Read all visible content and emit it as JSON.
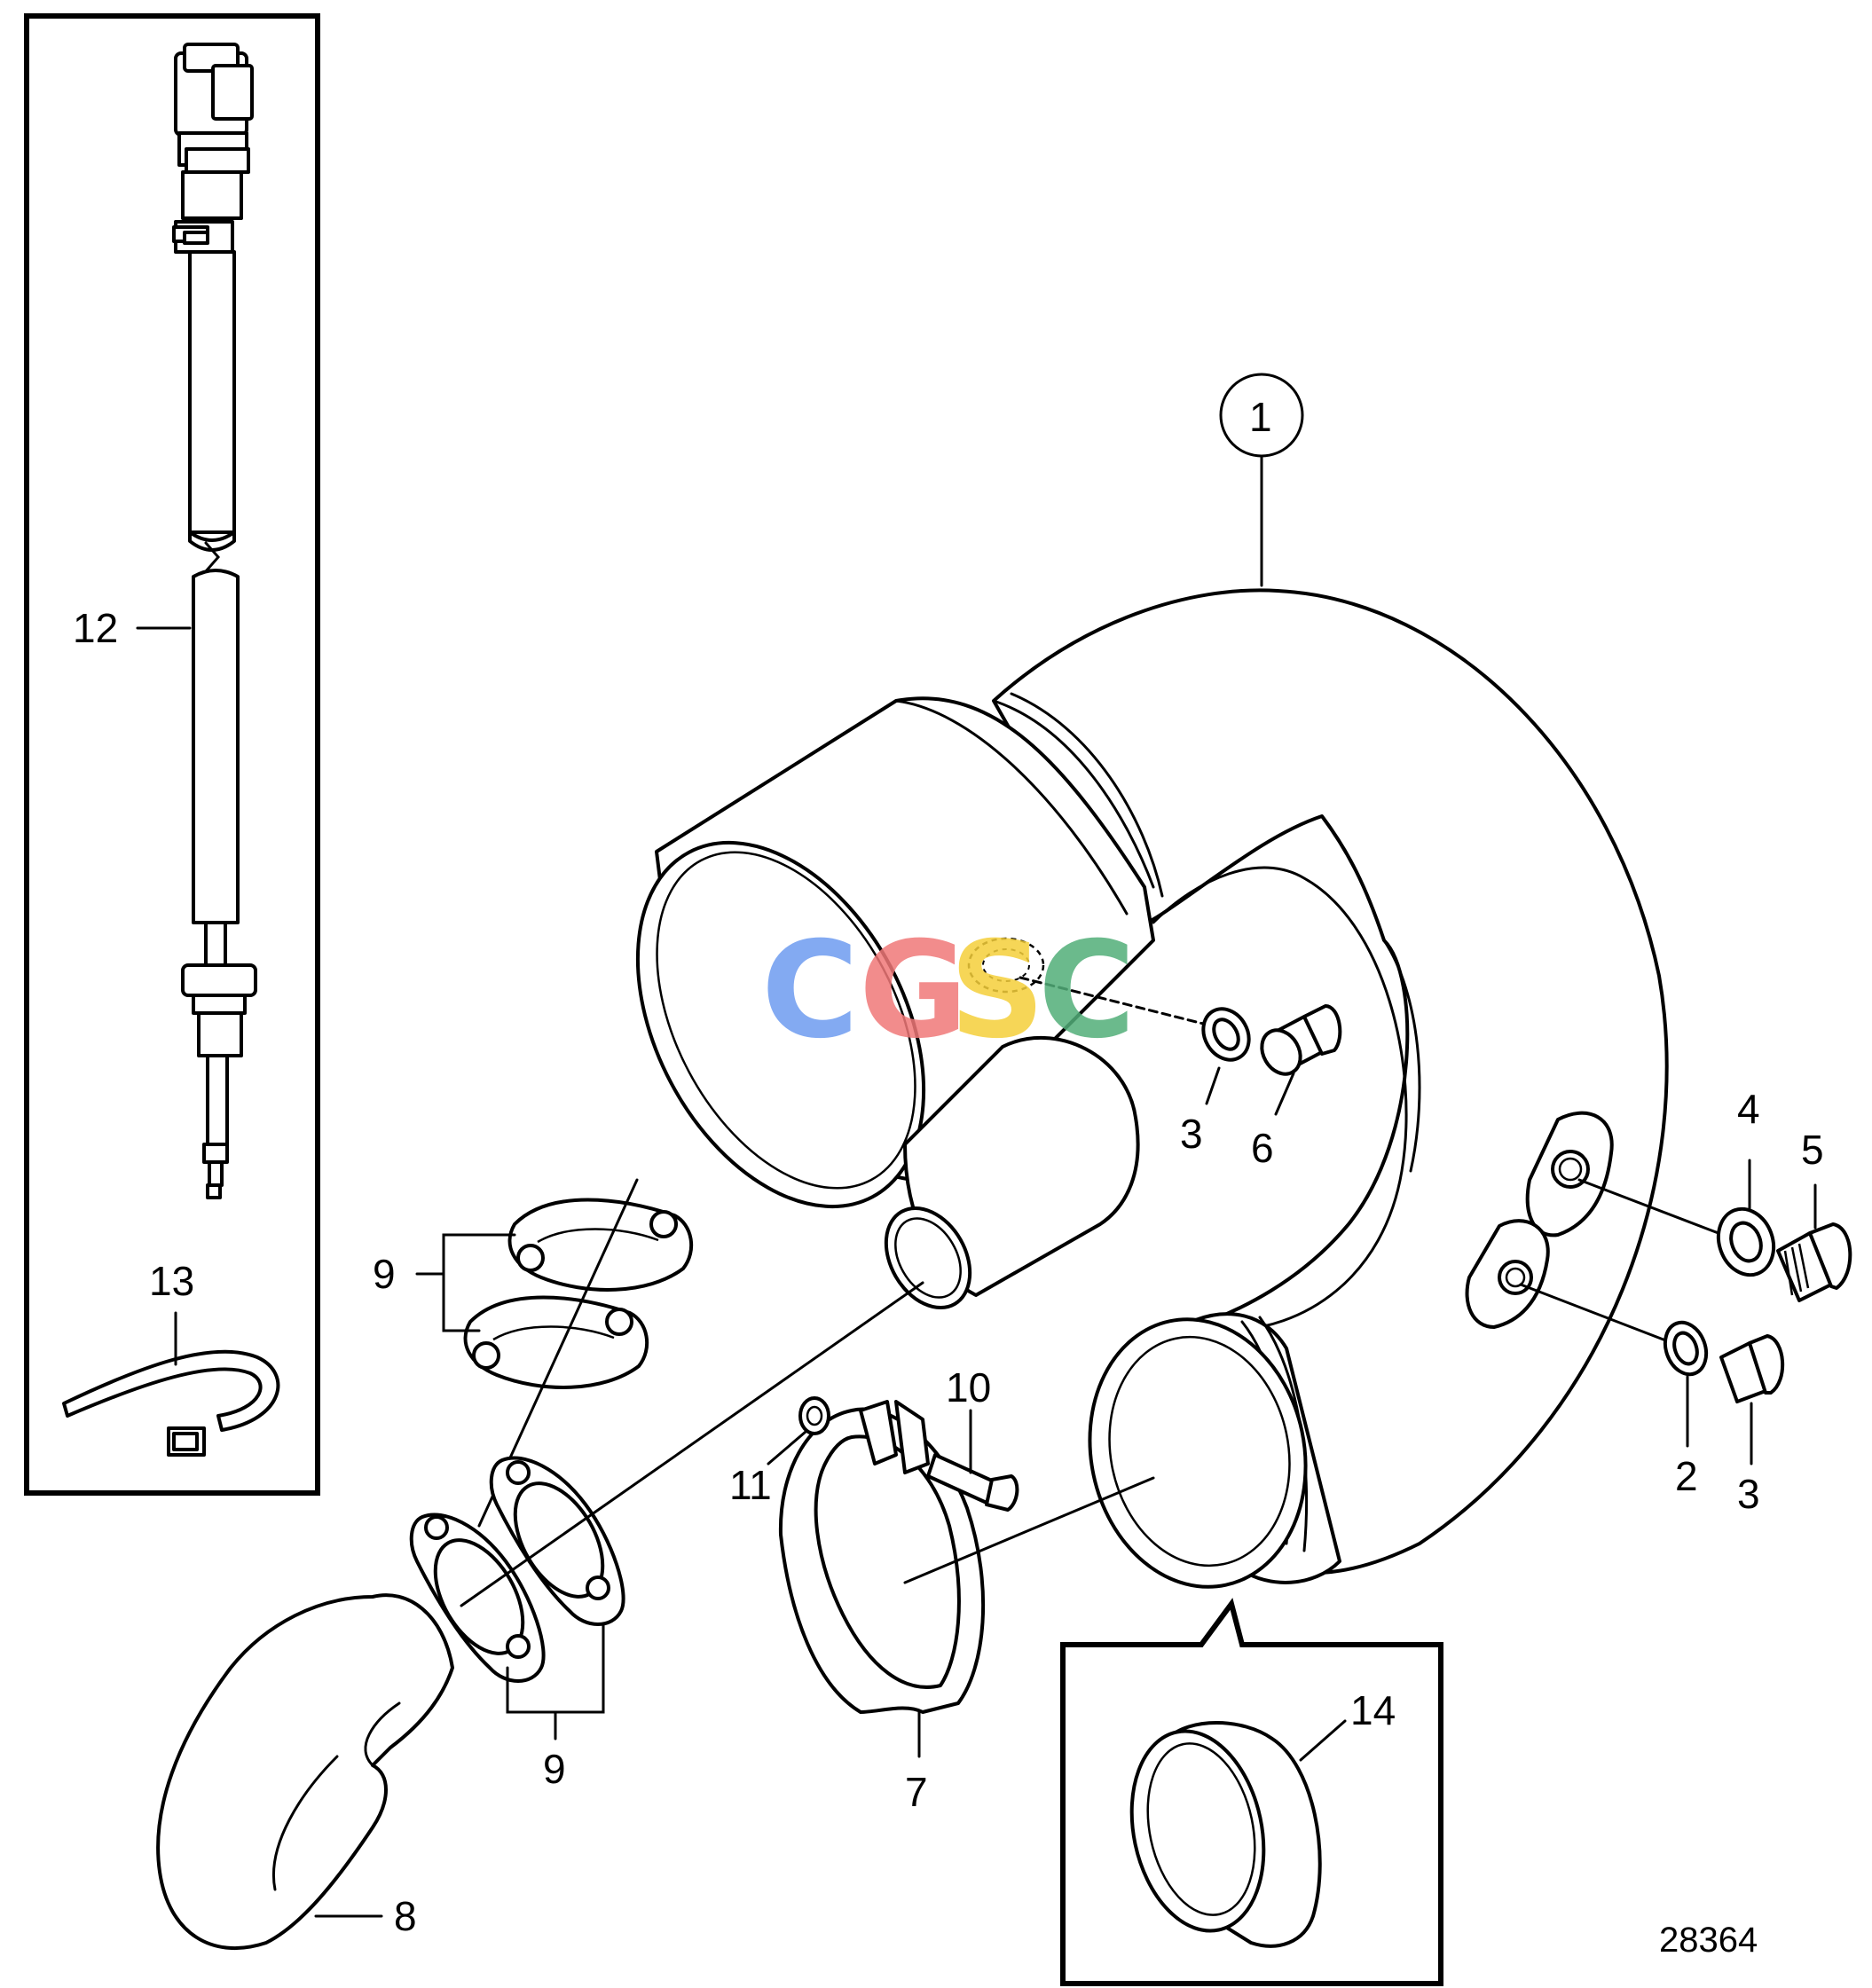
{
  "diagram": {
    "reference_number": "28364",
    "watermark": {
      "letters": [
        "C",
        "G",
        "S",
        "C"
      ],
      "colors": [
        "#6e9cf0",
        "#f07878",
        "#f5cf3a",
        "#52ae79"
      ]
    },
    "callouts": {
      "c1": "1",
      "c2": "2",
      "c3a": "3",
      "c3b": "3",
      "c4": "4",
      "c5": "5",
      "c6": "6",
      "c7": "7",
      "c8": "8",
      "c9a": "9",
      "c9b": "9",
      "c10": "10",
      "c11": "11",
      "c12": "12",
      "c13": "13",
      "c14": "14"
    }
  }
}
